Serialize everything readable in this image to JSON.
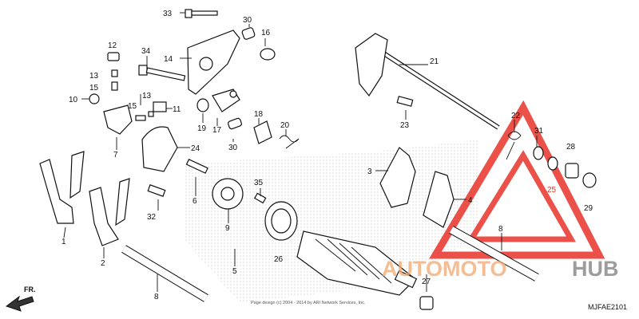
{
  "diagram_code": "MJFAE2101",
  "copyright": "Page design (c) 2004 - 2014 by ARI Network Services, Inc.",
  "direction_label": "FR.",
  "watermark": {
    "part1": "AUTOMOTO",
    "part2": "HUB",
    "colors": {
      "triangle": "#e8332a",
      "auto_text": "#f2a86f",
      "hub_text": "#8d8d8d"
    }
  },
  "callouts": [
    {
      "id": "c1",
      "label": "1"
    },
    {
      "id": "c2",
      "label": "2"
    },
    {
      "id": "c3",
      "label": "3"
    },
    {
      "id": "c4",
      "label": "4"
    },
    {
      "id": "c5",
      "label": "5"
    },
    {
      "id": "c6",
      "label": "6"
    },
    {
      "id": "c7",
      "label": "7"
    },
    {
      "id": "c8a",
      "label": "8"
    },
    {
      "id": "c8b",
      "label": "8"
    },
    {
      "id": "c9",
      "label": "9"
    },
    {
      "id": "c10",
      "label": "10"
    },
    {
      "id": "c11",
      "label": "11"
    },
    {
      "id": "c12",
      "label": "12"
    },
    {
      "id": "c13a",
      "label": "13"
    },
    {
      "id": "c13b",
      "label": "13"
    },
    {
      "id": "c14",
      "label": "14"
    },
    {
      "id": "c15a",
      "label": "15"
    },
    {
      "id": "c15b",
      "label": "15"
    },
    {
      "id": "c16",
      "label": "16"
    },
    {
      "id": "c17",
      "label": "17"
    },
    {
      "id": "c18",
      "label": "18"
    },
    {
      "id": "c19",
      "label": "19"
    },
    {
      "id": "c20",
      "label": "20"
    },
    {
      "id": "c21",
      "label": "21"
    },
    {
      "id": "c22",
      "label": "22"
    },
    {
      "id": "c23",
      "label": "23"
    },
    {
      "id": "c24",
      "label": "24"
    },
    {
      "id": "c25",
      "label": "25"
    },
    {
      "id": "c26",
      "label": "26"
    },
    {
      "id": "c27",
      "label": "27"
    },
    {
      "id": "c28",
      "label": "28"
    },
    {
      "id": "c29",
      "label": "29"
    },
    {
      "id": "c30a",
      "label": "30"
    },
    {
      "id": "c30b",
      "label": "30"
    },
    {
      "id": "c31",
      "label": "31"
    },
    {
      "id": "c32",
      "label": "32"
    },
    {
      "id": "c33",
      "label": "33"
    },
    {
      "id": "c34",
      "label": "34"
    },
    {
      "id": "c35",
      "label": "35"
    }
  ]
}
